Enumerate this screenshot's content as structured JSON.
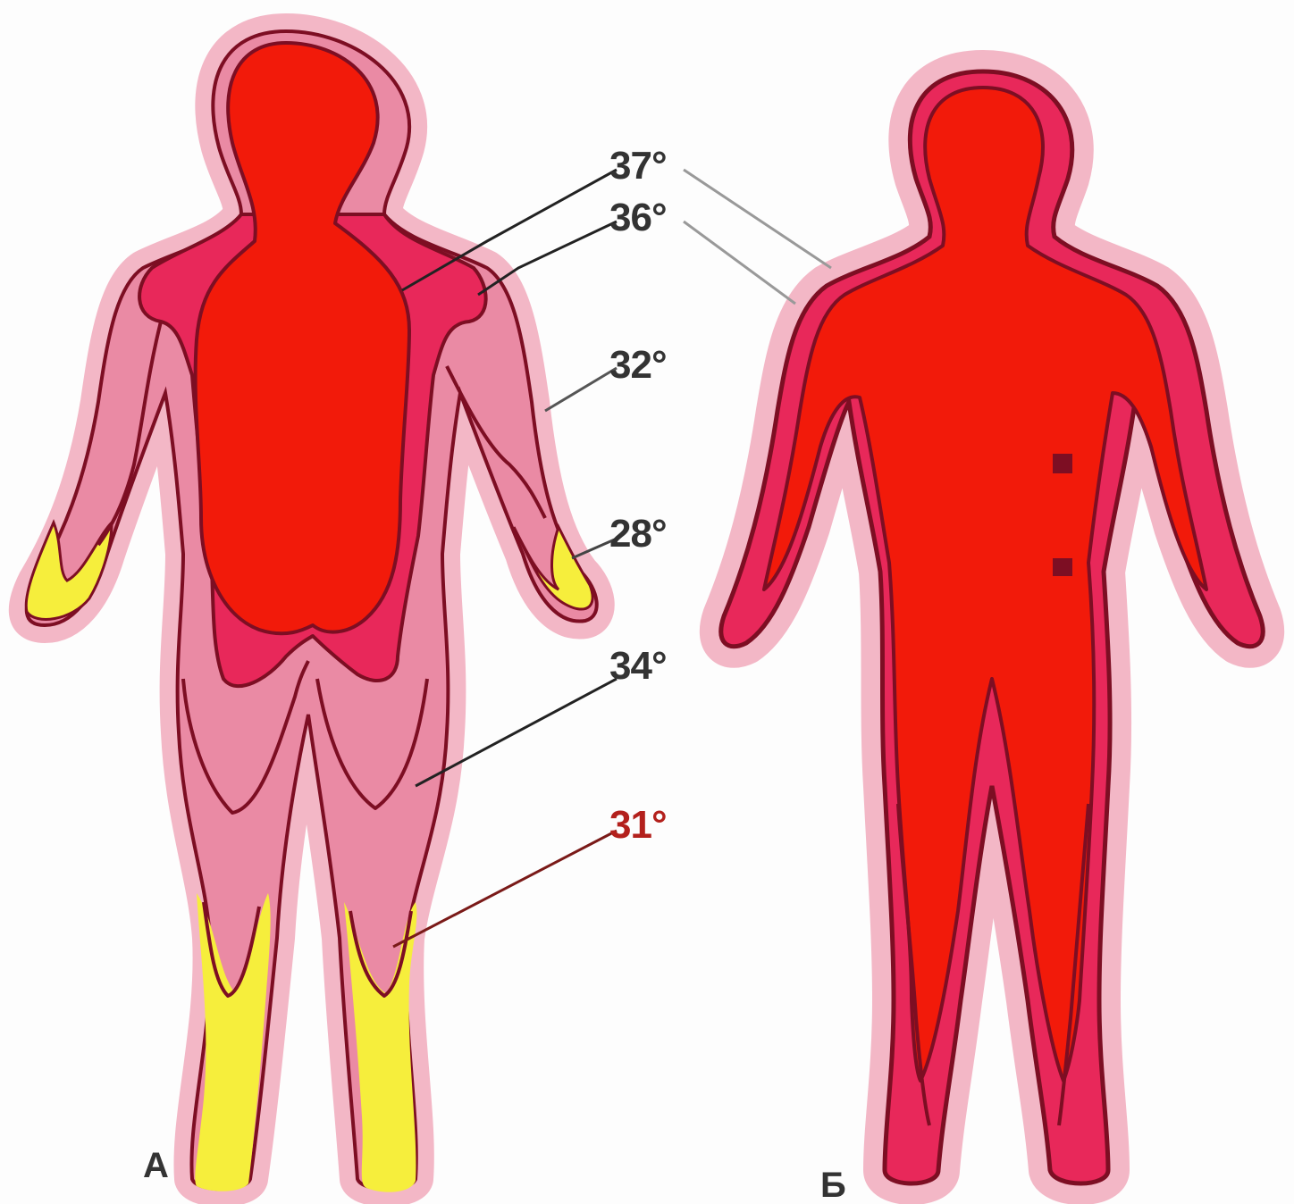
{
  "labels": {
    "t37": "37°",
    "t36": "36°",
    "t32": "32°",
    "t28": "28°",
    "t34": "34°",
    "t31": "31°",
    "figure_a": "А",
    "figure_b": "Б"
  },
  "colors": {
    "core": "#f21a0a",
    "zone36": "#e8285a",
    "zone34": "#ea8aa4",
    "halo": "#f3b7c6",
    "zone28": "#f6ee3c",
    "outline": "#7d0e23",
    "label_dark": "#333333",
    "label_31": "#b3201c"
  }
}
